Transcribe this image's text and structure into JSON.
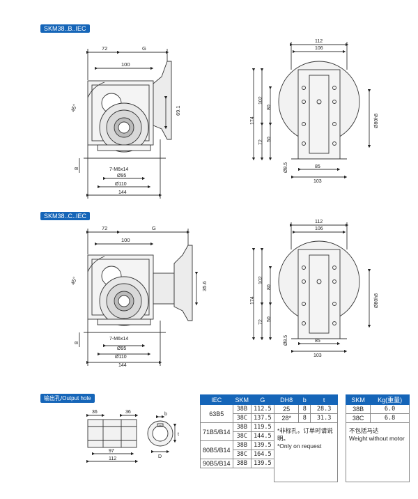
{
  "labels": {
    "b_label": "SKM38..B..IEC",
    "c_label": "SKM38..C..IEC",
    "hole_label": "输出孔/Output hole"
  },
  "dims": {
    "d72": "72",
    "dG": "G",
    "d100": "100",
    "d45": "45°",
    "d691": "69.1",
    "d8": "8",
    "thread": "7-M6x14",
    "phi95": "Ø95",
    "phi110": "Ø110",
    "d144": "144",
    "d112": "112",
    "d106": "106",
    "d174": "174",
    "d102": "102",
    "d80": "80",
    "d72b": "72",
    "d50": "50",
    "d85": "85",
    "d103": "103",
    "d85b": "Ø8.5",
    "phi80": "Ø80h8",
    "d356": "35.6",
    "d36a": "36",
    "d36b": "36",
    "d97": "97",
    "d112b": "112",
    "db": "b",
    "dt": "t",
    "dD": "D"
  },
  "table1": {
    "headers": [
      "IEC",
      "SKM",
      "G"
    ],
    "rows": [
      {
        "iec": "63B5",
        "skm": "38B",
        "g": "112.5"
      },
      {
        "iec": "",
        "skm": "38C",
        "g": "137.5"
      },
      {
        "iec": "71B5/B14",
        "skm": "38B",
        "g": "119.5"
      },
      {
        "iec": "",
        "skm": "38C",
        "g": "144.5"
      },
      {
        "iec": "80B5/B14",
        "skm": "38B",
        "g": "139.5"
      },
      {
        "iec": "",
        "skm": "38C",
        "g": "164.5"
      },
      {
        "iec": "90B5/B14",
        "skm": "38B",
        "g": "139.5"
      }
    ]
  },
  "table2": {
    "headers": [
      "DH8",
      "b",
      "t"
    ],
    "rows": [
      {
        "d": "25",
        "b": "8",
        "t": "28.3"
      },
      {
        "d": "28*",
        "b": "8",
        "t": "31.3"
      }
    ],
    "note_cn": "*非标孔，订单时请说明。",
    "note_en": "*Only on request"
  },
  "table3": {
    "headers": [
      "SKM",
      "Kg(重量)"
    ],
    "rows": [
      {
        "skm": "38B",
        "kg": "6.0"
      },
      {
        "skm": "38C",
        "kg": "6.8"
      }
    ],
    "note_cn": "不包括马达",
    "note_en": "Weight without motor"
  }
}
